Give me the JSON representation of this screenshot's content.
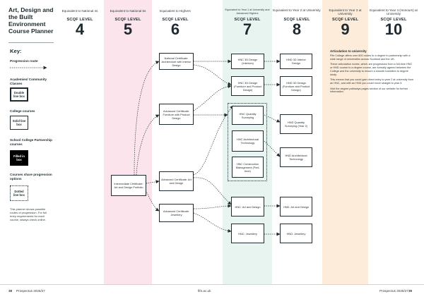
{
  "title": "Art, Design and the Built Environment Course Planner",
  "columns": [
    {
      "equiv": "Equivalent to National 4s",
      "scqf_label": "SCQF LEVEL",
      "level": "4"
    },
    {
      "equiv": "Equivalent to National 5s",
      "scqf_label": "SCQF LEVEL",
      "level": "5"
    },
    {
      "equiv": "Equivalent to Highers",
      "scqf_label": "SCQF LEVEL",
      "level": "6"
    },
    {
      "equiv": "Equivalent to Year 1 at University and Advanced Highers",
      "scqf_label": "SCQF LEVEL",
      "level": "7"
    },
    {
      "equiv": "Equivalent to Year 2 at University",
      "scqf_label": "SCQF LEVEL",
      "level": "8"
    },
    {
      "equiv": "Equivalent to Year 3 at University",
      "scqf_label": "SCQF LEVEL",
      "level": "9"
    },
    {
      "equiv": "Equivalent to Year 4 (Honours) at University",
      "scqf_label": "SCQF LEVEL",
      "level": "10"
    }
  ],
  "colors": {
    "level5_band": "#fce4ec",
    "level7_band": "#e8f4ef",
    "level9_band": "#fdecd9",
    "text": "#1e2a2f"
  },
  "key": {
    "heading": "Key:",
    "progression_route": "Progression route",
    "academies_label": "Academies/ Community Classes",
    "double_box": "Double line box",
    "college_label": "College courses",
    "solid_box": "Solid line box",
    "partnership_label": "School College Partnership courses",
    "filled_box": "Filled in box",
    "shared_label": "Courses share progression options",
    "dotted_box": "Dotted line box",
    "note": "This planner shows possible routes of progression. For full entry requirements for each course, always check online."
  },
  "courses": {
    "l5_portfolio": "Intermediate Certificate: Art and Design Portfolio",
    "l6_nc_arch": "National Certificate: Architecture with Interior Design",
    "l6_adv_furniture": "Advanced Certificate: Furniture with Product Design",
    "l6_adv_art": "Advanced Certificate: Art and Design",
    "l6_adv_jewellery": "Advanced Certificate: Jewellery",
    "l7_hnc_3d_interiors": "HNC 3D Design (Interiors)",
    "l7_hnc_3d_furniture": "HNC 3D Design (Furniture and Product Design)",
    "l7_hnc_qs": "HNC Quantity Surveying",
    "l7_hnc_arch_tech": "HNC Architectural Technology",
    "l7_hnc_construction": "HNC Construction Management (Part-time)",
    "l7_hnc_art": "HNC: Art and Design",
    "l7_hnc_jewellery": "HNC: Jewellery",
    "l8_hnd_3d_interior": "HND 3D Interior Design",
    "l8_hnd_3d_furniture": "HND 3D Design (Furniture and Product Design)",
    "l8_hnd_qs": "HND Quantity Surveying (Year 2)",
    "l8_hnd_arch_tech": "HND Architectural Technology",
    "l8_hnd_art": "HND: Art and Design",
    "l8_hnd_jewellery": "HND: Jewellery"
  },
  "articulation": {
    "heading": "Articulation to university",
    "p1": "Fife College offers over 600 routes to a degree in partnership with a wide range of universities across Scotland and the UK.",
    "p2": "These articulation routes, which are progression from a full-time HNC or HND course to a degree course, are formally agreed between the College and the university to ensure a smooth transition to degree study.",
    "p3": "This means that you could gain direct entry to year 2 at university from an HNC, and with an HND you could move straight to year 3.",
    "p4": "Visit the degree pathways pages section of our website for further information."
  },
  "footer": {
    "left_page": "38",
    "left_prospectus": "Prospectus 2026/27",
    "website": "fife.ac.uk",
    "right_prospectus": "Prospectus 2026/27",
    "right_page": "39"
  }
}
